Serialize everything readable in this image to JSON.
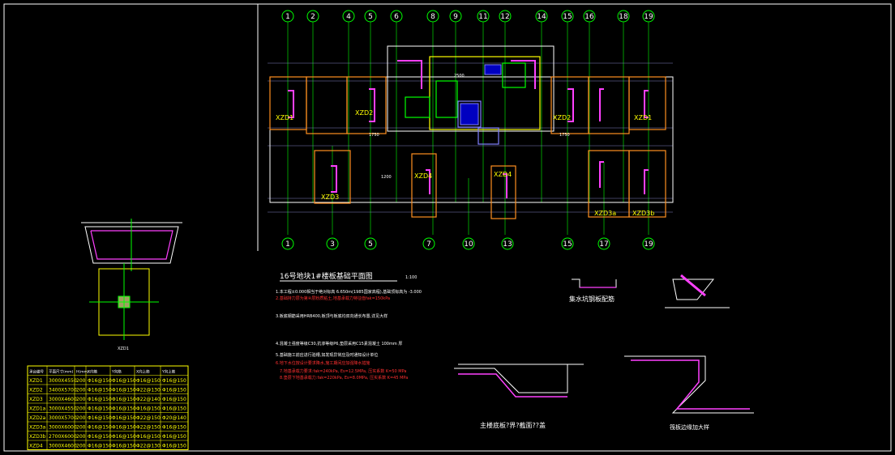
{
  "axes": {
    "top": [
      "1",
      "2",
      "4",
      "5",
      "6",
      "8",
      "9",
      "11",
      "12",
      "14",
      "15",
      "16",
      "18",
      "19"
    ],
    "bottom": [
      "1",
      "3",
      "5",
      "7",
      "10",
      "13",
      "15",
      "17",
      "19"
    ]
  },
  "foundations": {
    "XZD1": "XZD1",
    "XZD2": "XZD2",
    "XZD2_right": "XZD2",
    "XZD1_right": "XZD1",
    "XZD3": "XZD3",
    "XZD4a": "XZD4",
    "XZD4b": "XZD4",
    "XZD3a": "XZD3a",
    "XZD3b": "XZD3b"
  },
  "plan": {
    "title": "16号地块1#楼板基础平面图",
    "scale": "1:100"
  },
  "notes": {
    "line1": "1.本工程±0.000相当于绝对标高 6.650m(1985国家高程),基础顶标高为 -3.000",
    "line2": "2.基础持力层为第④层粉质粘土,地基承载力特征值fak=150kPa",
    "line3": "3.板底钢筋采用HRB400,板顶与板底均双向通长布置,详见大样",
    "line4": "4.混凝土强度等级C30,抗渗等级P6,垫层采用C15素混凝土 100mm 厚",
    "line5": "5.基础施工前应进行验槽,如发现异常应及时通知设计单位",
    "line6": "6.地下水位按设计要求降水,施工期间应加强降水措施",
    "line7": "7.地基承载力要求:fak=240kPa, Es=12.5MPa, 压实系数 K=50 MPa",
    "line8": "8.垫层下地基承载力:fak=220kPa, Es=8.0MPa, 压实系数 K=45 MPa"
  },
  "schedule": {
    "headers": [
      "承台编号",
      "平面尺寸(mm)",
      "H(mm)",
      "X向筋",
      "Y向筋",
      "X向上筋",
      "Y向上筋"
    ],
    "rows": [
      [
        "XZD1",
        "3000X4550",
        "200",
        "Φ16@150",
        "Φ16@150",
        "Φ16@150",
        "Φ16@150"
      ],
      [
        "XZD2",
        "3400X5700",
        "200",
        "Φ16@150",
        "Φ16@150",
        "Φ22@130",
        "Φ16@150"
      ],
      [
        "XZD3",
        "3000X4600",
        "200",
        "Φ16@150",
        "Φ16@150",
        "Φ22@140",
        "Φ16@150"
      ],
      [
        "XZD1a",
        "3000X4550",
        "200",
        "Φ16@150",
        "Φ16@150",
        "Φ16@150",
        "Φ16@150"
      ],
      [
        "XZD2a",
        "3000X5700",
        "200",
        "Φ16@150",
        "Φ16@150",
        "Φ22@150",
        "Φ20@140"
      ],
      [
        "XZD3a",
        "3000X6000",
        "200",
        "Φ16@150",
        "Φ16@150",
        "Φ22@150",
        "Φ16@150"
      ],
      [
        "XZD3b",
        "2700X6000",
        "200",
        "Φ16@150",
        "Φ16@150",
        "Φ16@150",
        "Φ16@150"
      ],
      [
        "XZD4",
        "3000X4600",
        "200",
        "Φ16@150",
        "Φ16@150",
        "Φ22@130",
        "Φ16@150"
      ]
    ]
  },
  "details": {
    "sump": "集水坑钢板配筋",
    "main": "主楼底板?界?截面??盖",
    "edge": "筏板边缘加大样",
    "pile": "XZD1"
  },
  "dims": {
    "d1": "1750",
    "d2": "1750",
    "d3": "1200",
    "d4": "2500"
  }
}
